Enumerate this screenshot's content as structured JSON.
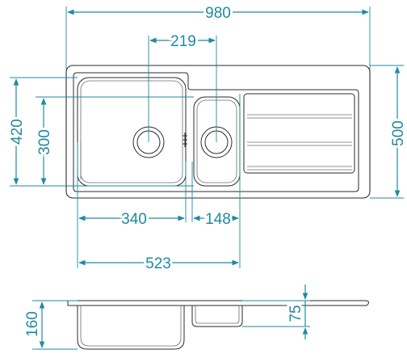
{
  "dimensions": {
    "overall_width": "980",
    "drain_spacing": "219",
    "overall_depth": "420",
    "bowl_depth": "300",
    "right_depth": "500",
    "main_bowl_width": "340",
    "small_bowl_width": "148",
    "bowls_total_width": "523",
    "side_height": "160",
    "small_bowl_height": "75"
  },
  "colors": {
    "dimension": "#1f8aa0",
    "outline": "#2b2b2b"
  }
}
